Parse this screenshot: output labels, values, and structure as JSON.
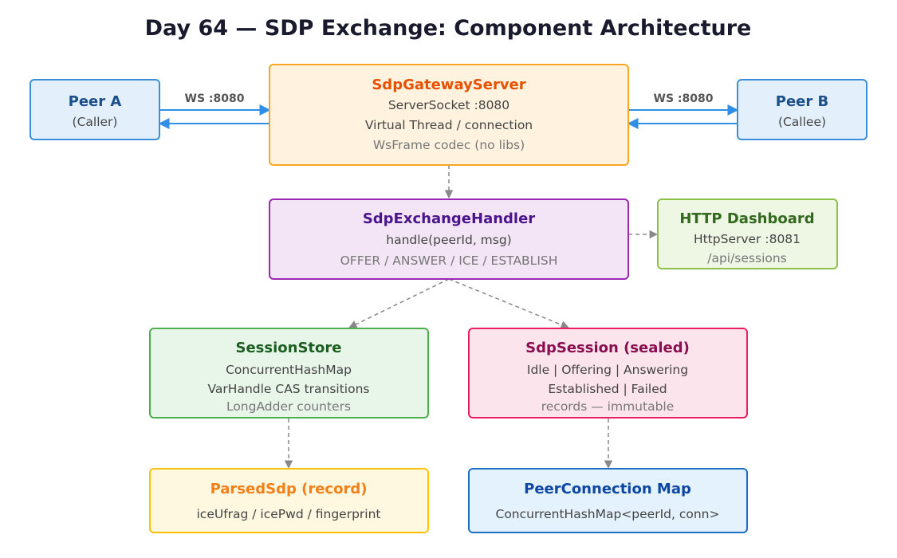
{
  "title": "Day 64 — SDP Exchange: Component Architecture",
  "nodes": {
    "peer_a": {
      "title": "Peer A",
      "lines": [
        "(Caller)"
      ],
      "fill": "#e3f0fb",
      "stroke": "#3b8fd9",
      "title_color": "#1b4f8a"
    },
    "gateway": {
      "title": "SdpGatewayServer",
      "lines": [
        "ServerSocket :8080",
        "Virtual Thread / connection",
        "WsFrame codec (no libs)"
      ],
      "fill": "#fff2df",
      "stroke": "#f5a623",
      "title_color": "#e65100"
    },
    "peer_b": {
      "title": "Peer B",
      "lines": [
        "(Callee)"
      ],
      "fill": "#e3f0fb",
      "stroke": "#3b8fd9",
      "title_color": "#1b4f8a"
    },
    "handler": {
      "title": "SdpExchangeHandler",
      "lines": [
        "handle(peerId, msg)",
        "OFFER / ANSWER / ICE / ESTABLISH"
      ],
      "fill": "#f3e5f5",
      "stroke": "#9c27b0",
      "title_color": "#4a148c"
    },
    "dashboard": {
      "title": "HTTP Dashboard",
      "lines": [
        "HttpServer :8081",
        "/api/sessions"
      ],
      "fill": "#eef6e4",
      "stroke": "#8bc34a",
      "title_color": "#33691e"
    },
    "store": {
      "title": "SessionStore",
      "lines": [
        "ConcurrentHashMap",
        "VarHandle CAS transitions",
        "LongAdder counters"
      ],
      "fill": "#e8f5e9",
      "stroke": "#4caf50",
      "title_color": "#1b5e20"
    },
    "session": {
      "title": "SdpSession (sealed)",
      "lines": [
        "Idle | Offering | Answering",
        "Established | Failed",
        "records — immutable"
      ],
      "fill": "#fce4ec",
      "stroke": "#e91e63",
      "title_color": "#880e4f"
    },
    "parsed": {
      "title": "ParsedSdp (record)",
      "lines": [
        "iceUfrag / icePwd / fingerprint"
      ],
      "fill": "#fff8e1",
      "stroke": "#ffc107",
      "title_color": "#f57f17"
    },
    "peerconn": {
      "title": "PeerConnection Map",
      "lines": [
        "ConcurrentHashMap<peerId, conn>"
      ],
      "fill": "#e3f2fd",
      "stroke": "#1e6fc4",
      "title_color": "#0d47a1"
    }
  },
  "edges": {
    "ws_left": "WS :8080",
    "ws_right": "WS :8080"
  },
  "colors": {
    "ws_arrow": "#2f8fe8",
    "dashed_arrow": "#888888"
  }
}
